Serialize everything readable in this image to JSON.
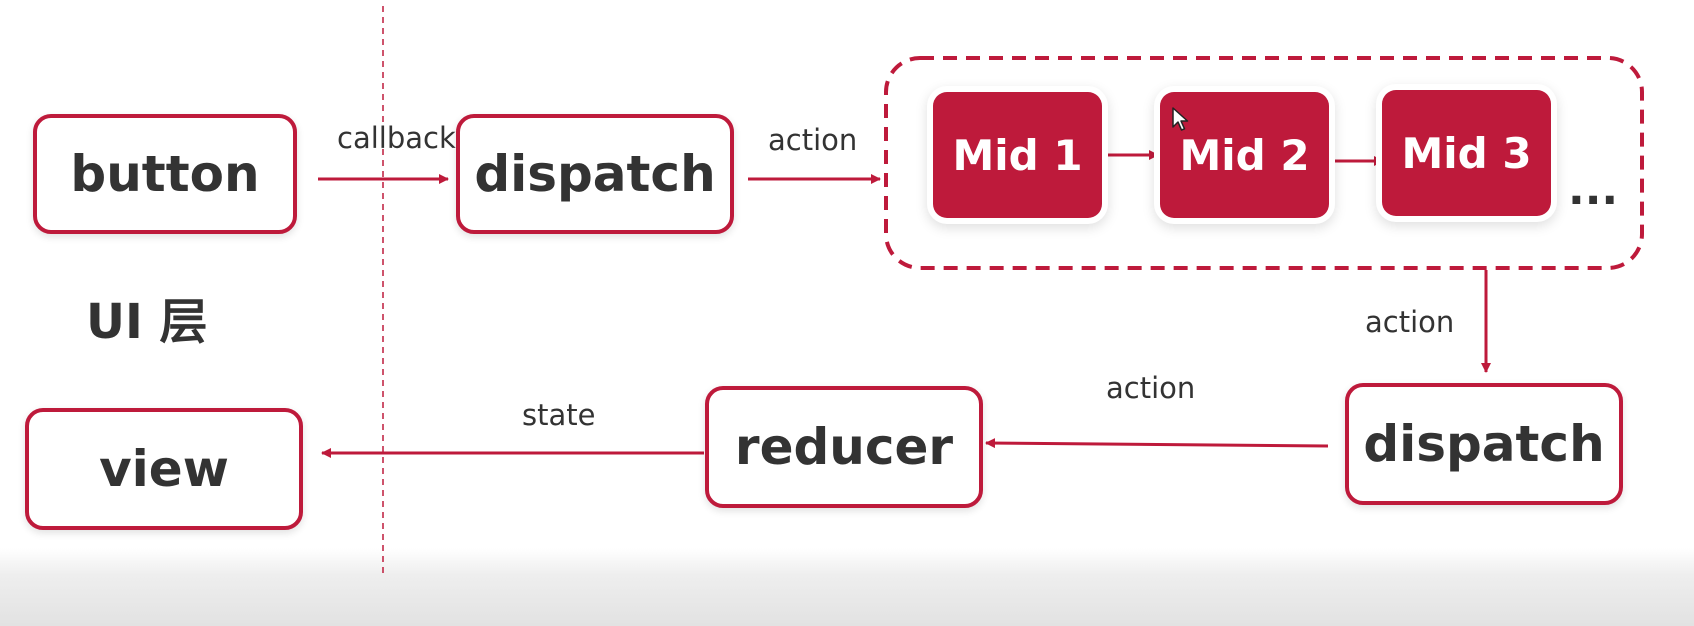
{
  "colors": {
    "accent": "#be1a3b",
    "text": "#333333",
    "background": "#ffffff"
  },
  "layer_label": "UI 层",
  "nodes": {
    "button": "button",
    "dispatch_top": "dispatch",
    "dispatch_bottom": "dispatch",
    "reducer": "reducer",
    "view": "view"
  },
  "middlewares": {
    "items": [
      "Mid 1",
      "Mid 2",
      "Mid 3"
    ],
    "more": "..."
  },
  "edge_labels": {
    "callback": "callback",
    "action_top": "action",
    "action_right": "action",
    "action_bottom": "action",
    "state": "state"
  },
  "icons": [
    "mouse-cursor-icon"
  ]
}
